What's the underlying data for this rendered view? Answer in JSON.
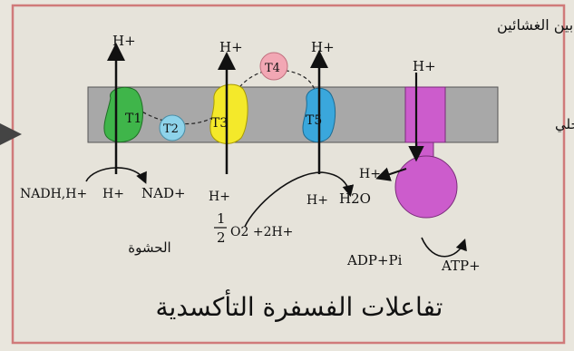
{
  "labels": {
    "intermembrane_space": "الفراغ بين الغشائين",
    "inner_membrane": "الغشاء الداخلي",
    "matrix": "الحشوة",
    "title": "تفاعلات الفسفرة التأكسدية"
  },
  "complexes": {
    "t1": "T1",
    "t2": "T2",
    "t3": "T3",
    "t4": "T4",
    "t5": "T5"
  },
  "species": {
    "h_top_1": "H+",
    "h_top_2": "H+",
    "h_top_3": "H+",
    "h_top_4": "H+",
    "nadh": "NADH,H+",
    "h_nadh": "H+",
    "nad": "NAD+",
    "h_bottom_2": "H+",
    "h_bottom_3": "H+",
    "h_synthase": "H+",
    "water": "H2O",
    "half_num": "1",
    "half_den": "2",
    "oxygen": "O2 +2H+",
    "adp_pi": "ADP+Pi",
    "atp": "ATP+"
  },
  "colors": {
    "background": "#e9e6dd",
    "frame_border": "#d07a7a",
    "membrane": "#a8a8a8",
    "t1": "#3fb54a",
    "t2": "#8ed3ea",
    "t3": "#f4e92a",
    "t4": "#f2a7b4",
    "t5": "#3aa7dc",
    "atp_synthase": "#cc5ccc"
  }
}
